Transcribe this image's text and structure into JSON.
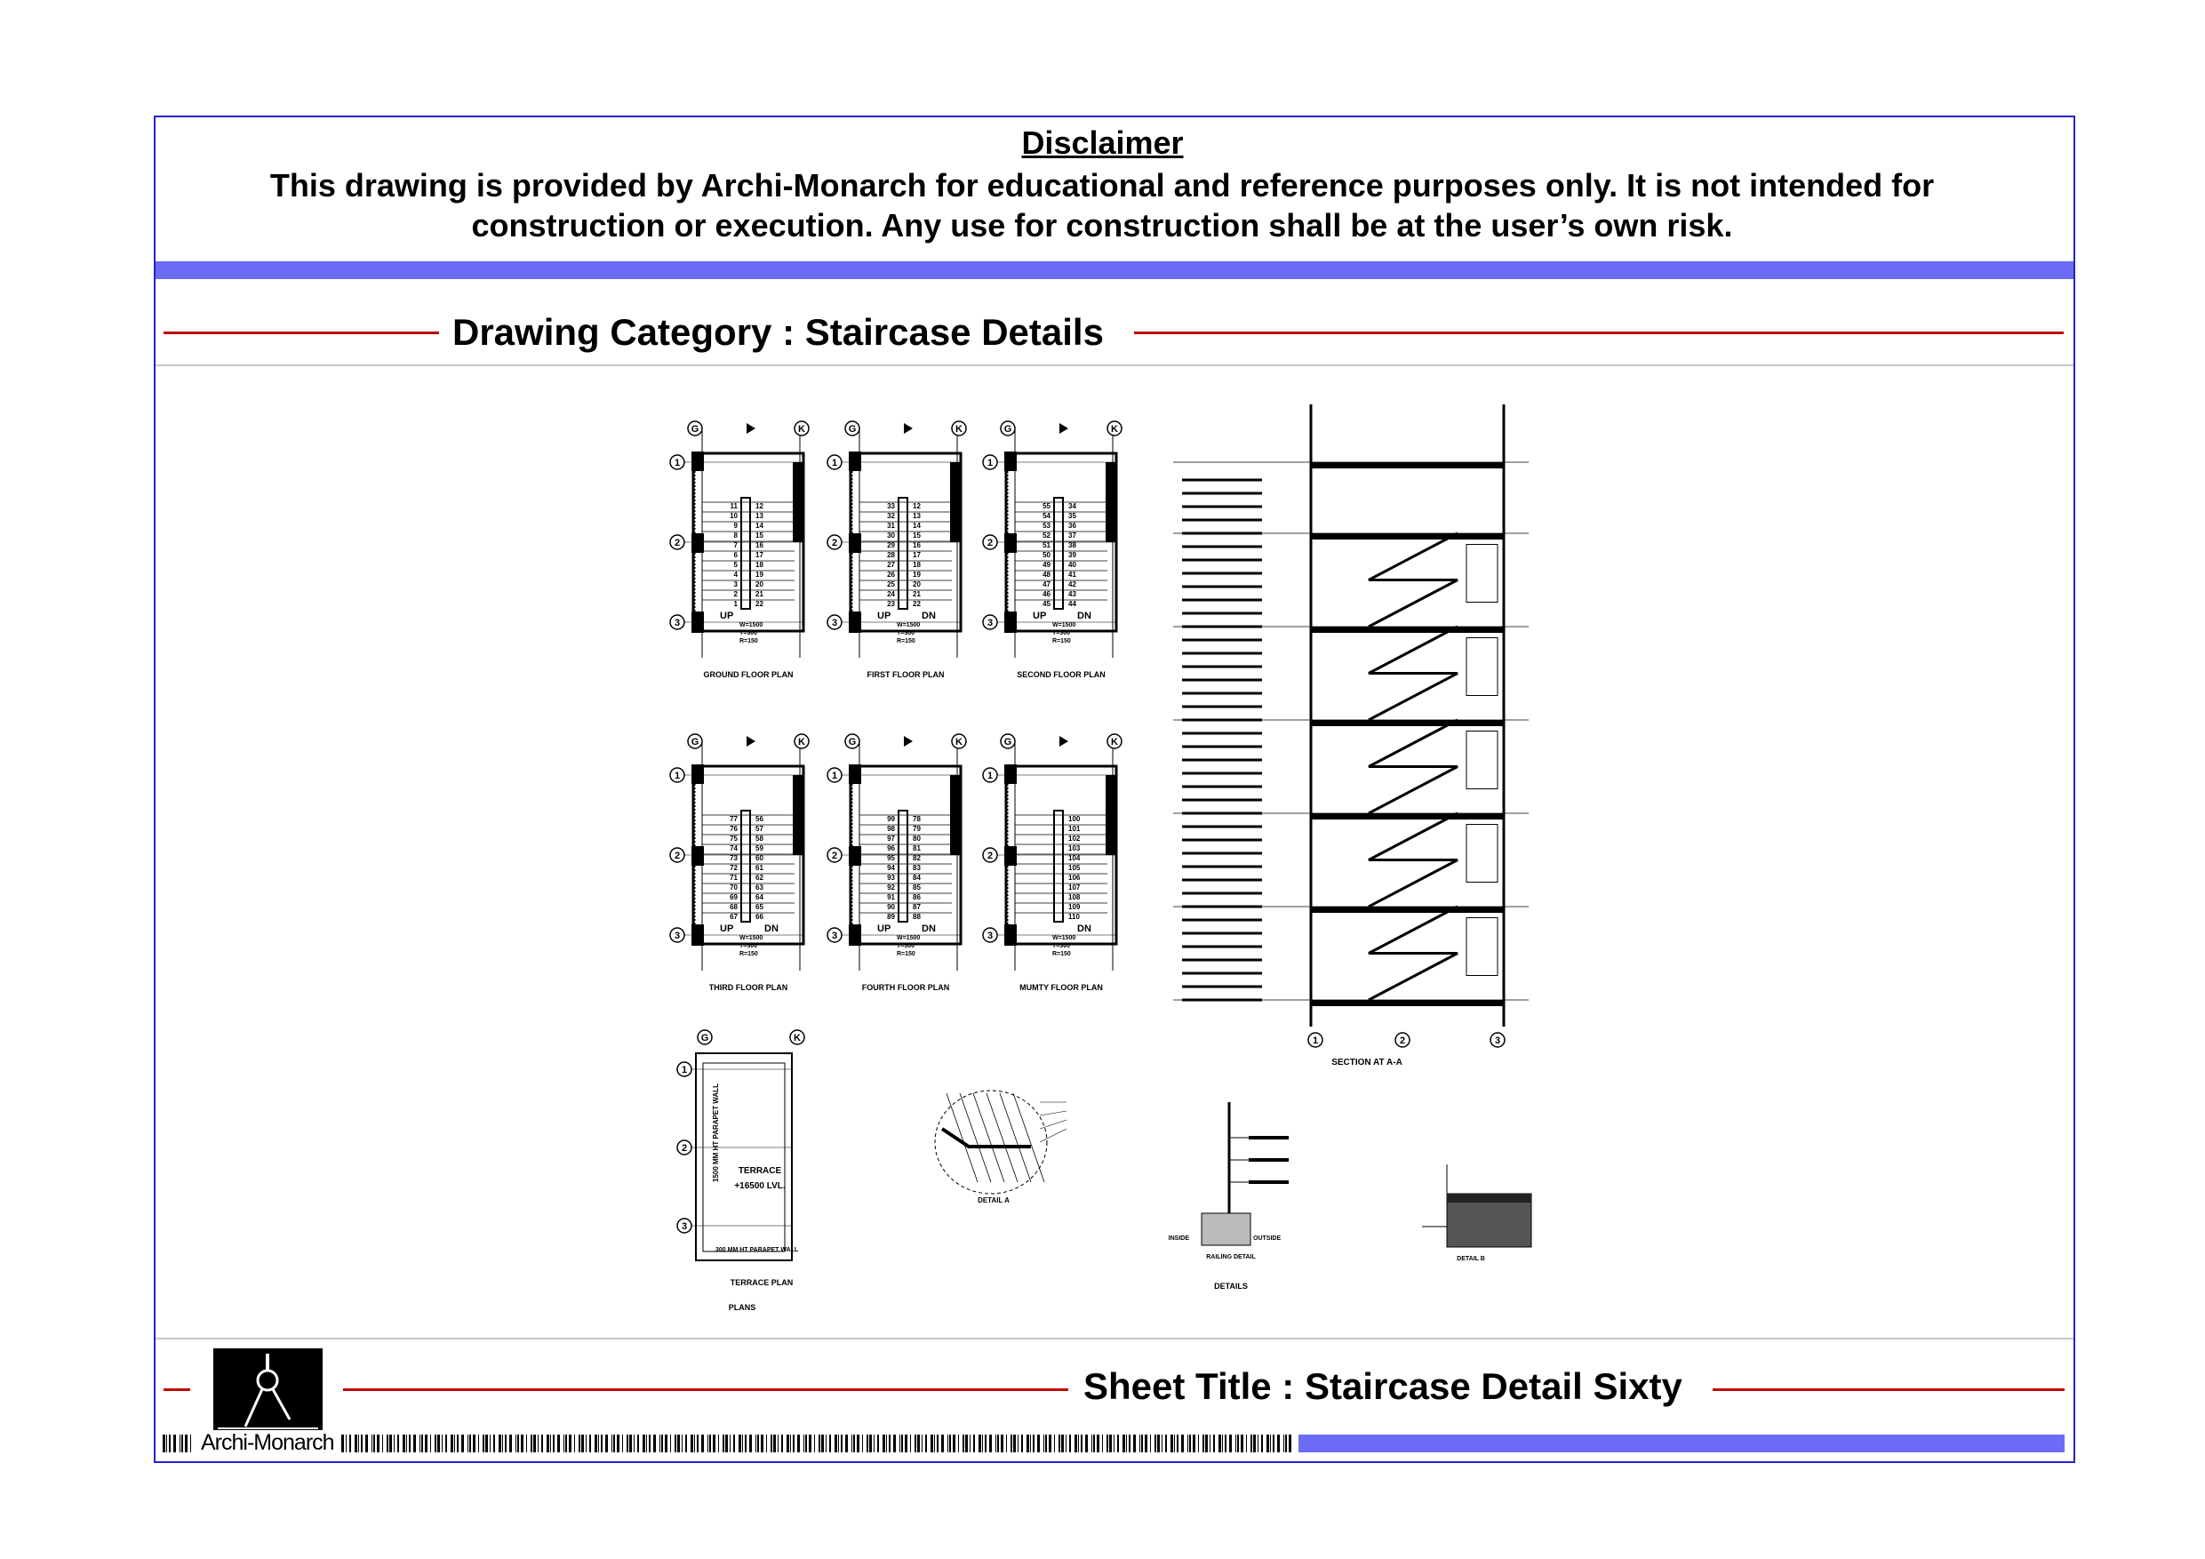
{
  "disclaimer": {
    "title": "Disclaimer",
    "line1": "This drawing is provided by Archi-Monarch for educational and reference purposes only. It is not intended for",
    "line2": "construction or execution. Any use for construction shall be at the user’s own risk."
  },
  "category": "Drawing Category : Staircase Details",
  "plans": [
    {
      "title": "GROUND FLOOR PLAN",
      "left": [
        "11",
        "10",
        "9",
        "8",
        "7",
        "6",
        "5",
        "4",
        "3",
        "2",
        "1"
      ],
      "right": [
        "12",
        "13",
        "14",
        "15",
        "16",
        "17",
        "18",
        "19",
        "20",
        "21",
        "22"
      ],
      "label": "UP",
      "note": [
        "W=1500",
        "T=300",
        "R=150"
      ]
    },
    {
      "title": "FIRST FLOOR PLAN",
      "left": [
        "33",
        "32",
        "31",
        "30",
        "29",
        "28",
        "27",
        "26",
        "25",
        "24",
        "23"
      ],
      "right": [
        "12",
        "13",
        "14",
        "15",
        "16",
        "17",
        "18",
        "19",
        "20",
        "21",
        "22"
      ],
      "label": "UP",
      "label2": "DN",
      "note": [
        "W=1500",
        "T=300",
        "R=150"
      ]
    },
    {
      "title": "SECOND FLOOR PLAN",
      "left": [
        "55",
        "54",
        "53",
        "52",
        "51",
        "50",
        "49",
        "48",
        "47",
        "46",
        "45"
      ],
      "right": [
        "34",
        "35",
        "36",
        "37",
        "38",
        "39",
        "40",
        "41",
        "42",
        "43",
        "44"
      ],
      "label": "UP",
      "label2": "DN",
      "note": [
        "W=1500",
        "T=300",
        "R=150"
      ]
    },
    {
      "title": "THIRD FLOOR PLAN",
      "left": [
        "77",
        "76",
        "75",
        "74",
        "73",
        "72",
        "71",
        "70",
        "69",
        "68",
        "67"
      ],
      "right": [
        "56",
        "57",
        "58",
        "59",
        "60",
        "61",
        "62",
        "63",
        "64",
        "65",
        "66"
      ],
      "label": "UP",
      "label2": "DN",
      "note": [
        "W=1500",
        "T=300",
        "R=150"
      ]
    },
    {
      "title": "FOURTH FLOOR PLAN",
      "left": [
        "99",
        "98",
        "97",
        "96",
        "95",
        "94",
        "93",
        "92",
        "91",
        "90",
        "89"
      ],
      "right": [
        "78",
        "79",
        "80",
        "81",
        "82",
        "83",
        "84",
        "85",
        "86",
        "87",
        "88"
      ],
      "label": "UP",
      "label2": "DN",
      "note": [
        "W=1500",
        "T=300",
        "R=150"
      ]
    },
    {
      "title": "MUMTY FLOOR PLAN",
      "left": [],
      "right": [
        "100",
        "101",
        "102",
        "103",
        "104",
        "105",
        "106",
        "107",
        "108",
        "109",
        "110"
      ],
      "label": "",
      "label2": "DN",
      "note": [
        "W=1500",
        "T=300",
        "R=150"
      ]
    }
  ],
  "grid": {
    "cols": [
      "G",
      "K"
    ],
    "rows": [
      "1",
      "2",
      "3"
    ],
    "section": [
      "1",
      "2",
      "3"
    ]
  },
  "terrace": {
    "title": "TERRACE PLAN",
    "name": "TERRACE",
    "level": "+16500 LVL.",
    "wall1": "1500 MM HT PARAPET WALL",
    "wall2": "300 MM HT PARAPET WALL"
  },
  "plans_label": "PLANS",
  "section": {
    "title": "SECTION AT A-A"
  },
  "details": {
    "detail_a": "DETAIL A",
    "railing": "RAILING DETAIL",
    "inside": "INSIDE",
    "outside": "OUTSIDE",
    "detail_b": "DETAIL B",
    "label": "DETAILS"
  },
  "footer": {
    "brand": "Archi-Monarch",
    "sheet_title": "Sheet Title : Staircase Detail Sixty"
  },
  "colors": {
    "frame": "#2323c8",
    "band": "#6b6bf5",
    "rule": "#c00000"
  }
}
